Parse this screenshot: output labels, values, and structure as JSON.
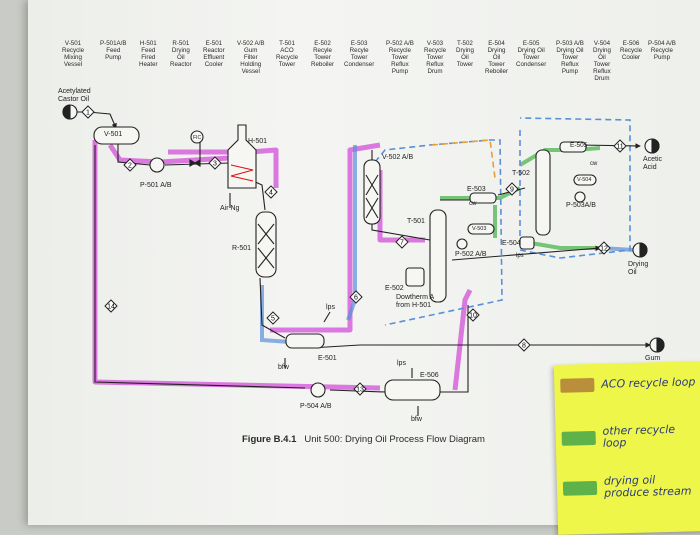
{
  "headers": [
    "V-501\nRecycle\nMixing\nVessel",
    "P-501A/B\nFeed\nPump",
    "H-501\nFeed\nFired\nHeater",
    "R-501\nDrying\nOil\nReactor",
    "E-501\nReactor\nEffluent\nCooler",
    "V-502 A/B\nGum\nFilter\nHolding\nVessel",
    "T-501\nACO\nRecycle\nTower",
    "E-502\nRecyle\nTower\nReboiler",
    "E-503\nRecyle\nTower\nCondenser",
    "P-502 A/B\nRecycle\nTower\nReflux\nPump",
    "V-503\nRecycle\nTower\nReflux\nDrum",
    "T-502\nDrying\nOil\nTower",
    "E-504\nDrying\nOil\nTower\nReboiler",
    "E-505\nDrying Oil\nTower\nCondenser",
    "P-503 A/B\nDrying Oil\nTower\nReflux\nPump",
    "V-504\nDrying\nOil\nTower\nReflux\nDrum",
    "E-506\nRecycle\nCooler",
    "P-504 A/B\nRecycle\nPump"
  ],
  "labels": {
    "feed": "Acetylated\nCastor Oil",
    "v501": "V-501",
    "p501": "P-501 A/B",
    "h501": "H-501",
    "fic": "FIC",
    "airng": "Air Ng",
    "r501": "R-501",
    "e501": "E-501",
    "bfw1": "bfw",
    "lps1": "lps",
    "v502": "V-502 A/B",
    "t501": "T-501",
    "e502": "E-502",
    "dowtherm": "Dowtherm A\nfrom H-501",
    "e503": "E-503",
    "cw1": "cw",
    "v503": "V-503",
    "p502": "P-502 A/B",
    "t502": "T-502",
    "e504": "E-504",
    "lps2": "lps",
    "e505": "E-505",
    "v504": "V-504",
    "cw2": "cw",
    "p503": "P-503A/B",
    "acetic": "Acetic\nAcid",
    "dryingoil": "Drying\nOil",
    "gum": "Gum",
    "e506": "E-506",
    "lps3": "lps",
    "bfw2": "bfw",
    "p504": "P-504 A/B"
  },
  "streams": [
    "1",
    "2",
    "3",
    "4",
    "5",
    "6",
    "7",
    "8",
    "9",
    "10",
    "11",
    "12",
    "13",
    "14"
  ],
  "caption": {
    "number": "Figure B.4.1",
    "text": "Unit 500: Drying Oil Process Flow Diagram"
  },
  "legend": [
    {
      "text": "ACO recycle loop",
      "color": "#b98f3c"
    },
    {
      "text": "other recycle\nloop",
      "color": "#5fb24a"
    },
    {
      "text": "drying oil\nproduce stream",
      "color": "#5fb24a"
    }
  ]
}
